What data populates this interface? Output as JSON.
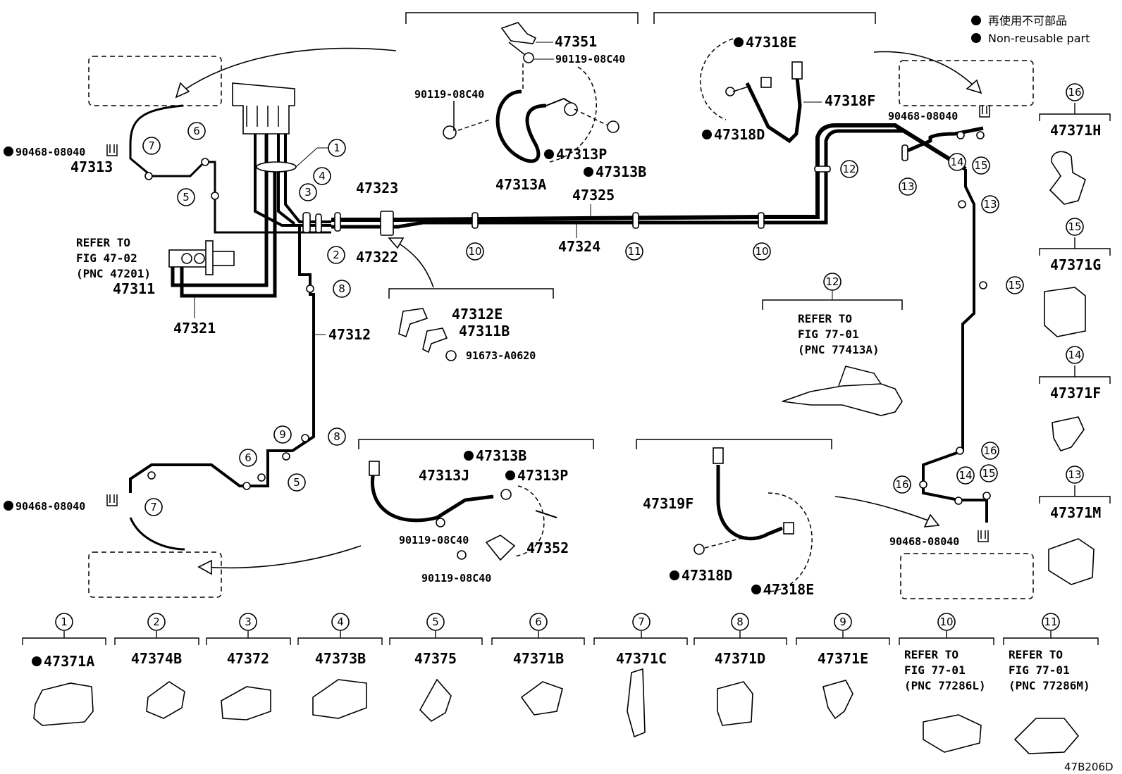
{
  "legend": {
    "jp": "再使用不可部品",
    "en": "Non-reusable part"
  },
  "figure_code": "47B206D",
  "labels": {
    "p47351": "47351",
    "b9011908c40_top1": "90119-08C40",
    "b9011908c40_top2": "90119-08C40",
    "p47313P_top": "47313P",
    "p47313B_top": "47313B",
    "p47313A": "47313A",
    "p47318E_top": "47318E",
    "p47318F": "47318F",
    "p47318D_top": "47318D",
    "c9046808040_tl": "90468-08040",
    "c9046808040_tr": "90468-08040",
    "c9046808040_bl": "90468-08040",
    "c9046808040_br": "90468-08040",
    "p47313": "47313",
    "p47323": "47323",
    "p47322": "47322",
    "p47325": "47325",
    "p47324": "47324",
    "ref1_l1": "REFER TO",
    "ref1_l2": "FIG 47-02",
    "ref1_l3": "(PNC 47201)",
    "p47311": "47311",
    "p47321": "47321",
    "p47312": "47312",
    "p47312E": "47312E",
    "p47311B": "47311B",
    "b91673A0620": "91673-A0620",
    "ref12_l1": "REFER TO",
    "ref12_l2": "FIG 77-01",
    "ref12_l3": "(PNC 77413A)",
    "p47313B_bot": "47313B",
    "p47313J": "47313J",
    "p47313P_bot": "47313P",
    "b9011908c40_bot1": "90119-08C40",
    "b9011908c40_bot2": "90119-08C40",
    "p47352": "47352",
    "p47319F": "47319F",
    "p47318D_bot": "47318D",
    "p47318E_bot": "47318E",
    "p47371H": "47371H",
    "p47371G": "47371G",
    "p47371F": "47371F",
    "p47371M": "47371M"
  },
  "circles": {
    "c1": "1",
    "c2": "2",
    "c3": "3",
    "c4": "4",
    "c5a": "5",
    "c5b": "5",
    "c6a": "6",
    "c6b": "6",
    "c7a": "7",
    "c7b": "7",
    "c8a": "8",
    "c8b": "8",
    "c9": "9",
    "c10a": "10",
    "c10b": "10",
    "c11": "11",
    "c12": "12",
    "c13a": "13",
    "c13b": "13",
    "c14a": "14",
    "c14b": "14",
    "c15a": "15",
    "c15b": "15",
    "c16a": "16",
    "c16b": "16",
    "c12r": "12",
    "c16r": "16",
    "c15r": "15",
    "c14r": "14",
    "c13r": "13"
  },
  "bottom_row": [
    {
      "num": "1",
      "part": "47371A",
      "nonreusable": true
    },
    {
      "num": "2",
      "part": "47374B"
    },
    {
      "num": "3",
      "part": "47372"
    },
    {
      "num": "4",
      "part": "47373B"
    },
    {
      "num": "5",
      "part": "47375"
    },
    {
      "num": "6",
      "part": "47371B"
    },
    {
      "num": "7",
      "part": "47371C"
    },
    {
      "num": "8",
      "part": "47371D"
    },
    {
      "num": "9",
      "part": "47371E"
    },
    {
      "num": "10",
      "ref1": "REFER TO",
      "ref2": "FIG 77-01",
      "ref3": "(PNC 77286L)"
    },
    {
      "num": "11",
      "ref1": "REFER TO",
      "ref2": "FIG 77-01",
      "ref3": "(PNC 77286M)"
    }
  ]
}
